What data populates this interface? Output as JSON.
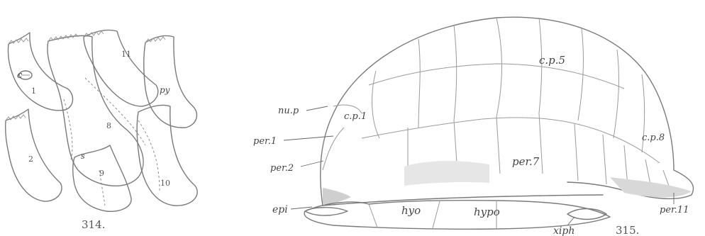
{
  "figure_314": {
    "caption": "314.",
    "labels": {
      "c": "c",
      "n1": "1",
      "n2": "2",
      "n8": "8",
      "n9": "9",
      "n10": "10",
      "n11": "11",
      "s": "s",
      "py": "py"
    }
  },
  "figure_315": {
    "caption": "315.",
    "labels": {
      "cp5": "c.p.5",
      "cp1": "c.p.1",
      "cp8": "c.p.8",
      "nup": "nu.p",
      "per1": "per.1",
      "per2": "per.2",
      "per7": "per.7",
      "per11": "per.11",
      "epi": "epi",
      "hyo": "hyo",
      "hypo": "hypo",
      "xiph": "xiph"
    }
  }
}
